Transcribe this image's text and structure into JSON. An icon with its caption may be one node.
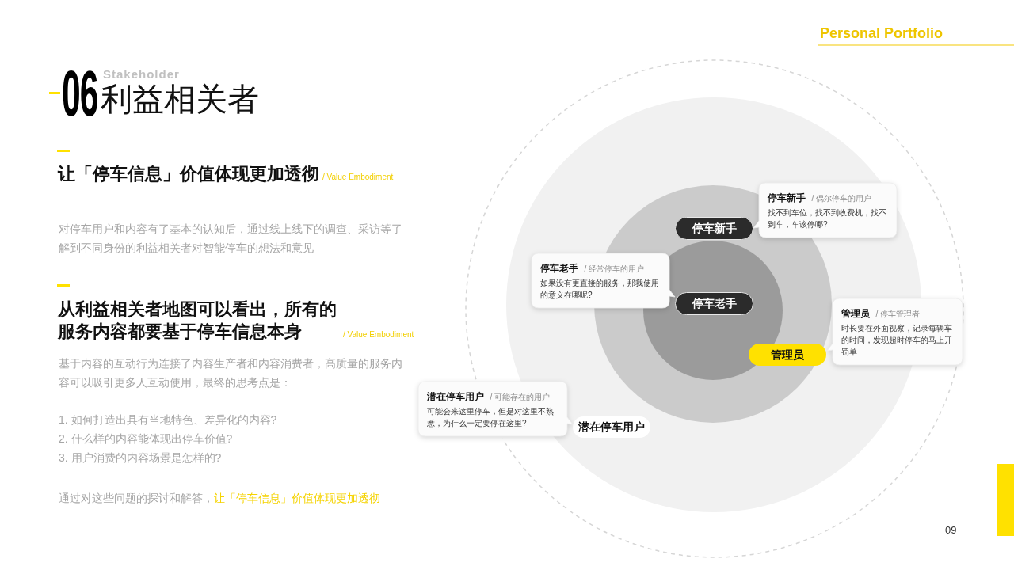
{
  "diagram": {
    "title": "利益相关者",
    "nodes": [
      {
        "text": [],
        "shape": "circle"
      },
      {
        "text": [],
        "shape": "circle",
        "in": 0
      },
      {
        "text": [],
        "shape": "circle",
        "in": 1
      },
      {
        "text": [],
        "shape": "circle",
        "in": 2
      },
      {
        "text": [
          "停车新手",
          "/ 偶尔停车的用户",
          "找不到车位，找不到收费机，找不到车，车该停哪?"
        ],
        "in": 1
      },
      {
        "text": [
          "停车新手"
        ],
        "in": 2
      },
      {
        "text": [
          "停车老手",
          "/ 经常停车的用户",
          "如果没有更直接的服务，那我使用的意义在哪呢?"
        ],
        "in": 1
      },
      {
        "text": [
          "停车老手"
        ],
        "in": 3
      },
      {
        "text": [
          "管理员",
          "/ 停车管理者",
          "时长要在外面视察，记录每辆车的时间，发现超时停车的马上开罚单"
        ],
        "in": 0
      },
      {
        "text": [
          "管理员"
        ],
        "in": 2
      },
      {
        "text": [
          "潜在停车用户",
          "/ 可能存在的用户",
          "可能会来这里停车，但是对这里不熟悉，为什么一定要停在这里?"
        ]
      },
      {
        "text": [
          "潜在停车用户"
        ],
        "in": 1
      },
      {
        "text": [],
        "shape": "bar"
      }
    ],
    "labels": [
      "Personal Portfolio",
      "Stakeholder",
      "06",
      "让「停车信息」价值体现更加透彻",
      "/ Value Embodiment",
      "对停车用户和内容有了基本的认知后，通过线上线下的调查、采访等了解到不同身份的利益相关者对智能停车的想法和意见",
      "从利益相关者地图可以看出，所有的服务内容都要基于停车信息本身",
      "/ Value Embodiment",
      "基于内容的互动行为连接了内容生产者和内容消费者，高质量的服务内容可以吸引更多人互动使用，最终的思考点是：",
      "1. 如何打造出具有当地特色、差异化的内容?",
      "2. 什么样的内容能体现出停车价值?",
      "3. 用户消费的内容场景是怎样的?",
      "通过对这些问题的探讨和解答，**让「停车信息」价值体现更加透彻**",
      "09"
    ]
  }
}
